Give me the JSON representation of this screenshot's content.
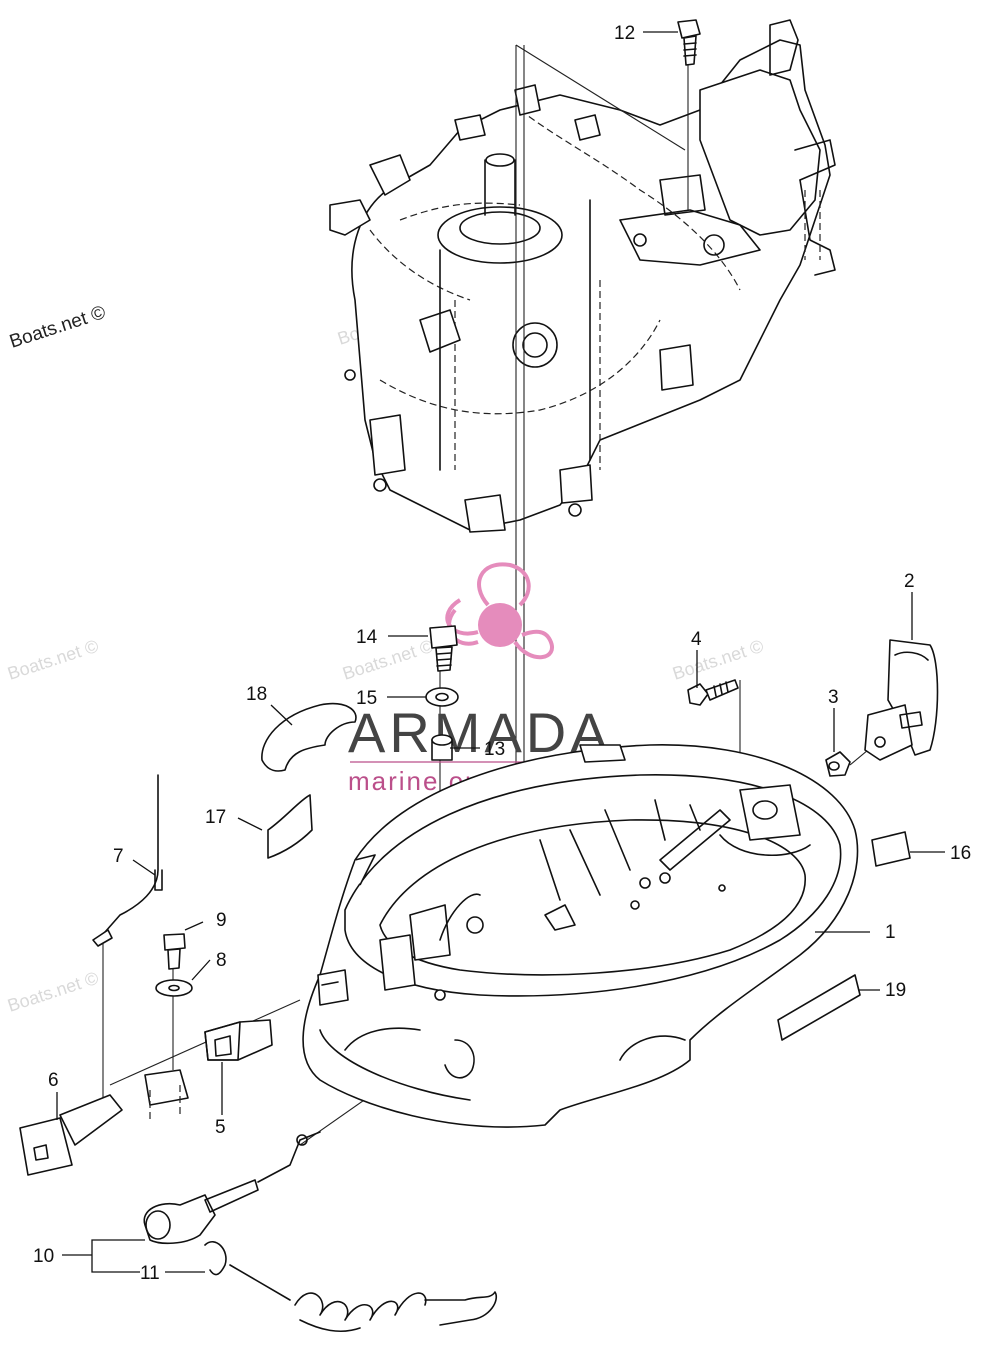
{
  "watermark": {
    "main": "Boats.net ©",
    "faint": "Boats.net ©"
  },
  "brand": {
    "name": "ARMADA",
    "tagline": "marine outboards",
    "accent_color": "#e58cbc"
  },
  "callouts": [
    {
      "number": "1"
    },
    {
      "number": "2"
    },
    {
      "number": "3"
    },
    {
      "number": "4"
    },
    {
      "number": "5"
    },
    {
      "number": "6"
    },
    {
      "number": "7"
    },
    {
      "number": "8"
    },
    {
      "number": "9"
    },
    {
      "number": "10"
    },
    {
      "number": "11"
    },
    {
      "number": "12"
    },
    {
      "number": "13"
    },
    {
      "number": "14"
    },
    {
      "number": "15"
    },
    {
      "number": "16"
    },
    {
      "number": "17"
    },
    {
      "number": "18"
    },
    {
      "number": "19"
    }
  ]
}
